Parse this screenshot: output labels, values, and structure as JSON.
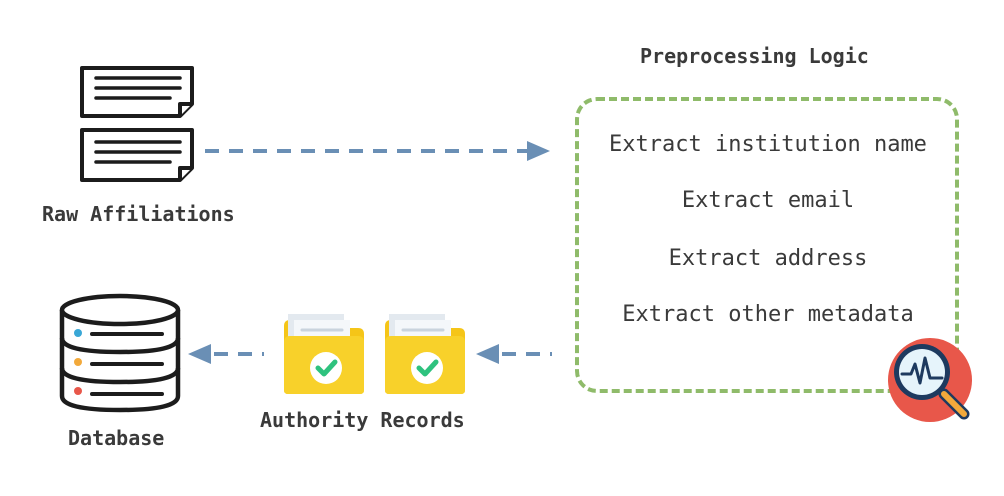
{
  "source": {
    "label": "Raw Affiliations",
    "icon": "document-stack-icon"
  },
  "preprocessing": {
    "title": "Preprocessing Logic",
    "steps": [
      "Extract institution name",
      "Extract email",
      "Extract address",
      "Extract other metadata"
    ],
    "icon": "magnifier-analysis-icon"
  },
  "records": {
    "label": "Authority Records",
    "icon": "checked-folder-icon"
  },
  "database": {
    "label": "Database",
    "icon": "database-icon"
  },
  "colors": {
    "arrow": "#6a8fb5",
    "box_border": "#8fbb6a",
    "folder": "#f5c518",
    "check": "#2ec27e",
    "badge": "#e8574a"
  }
}
